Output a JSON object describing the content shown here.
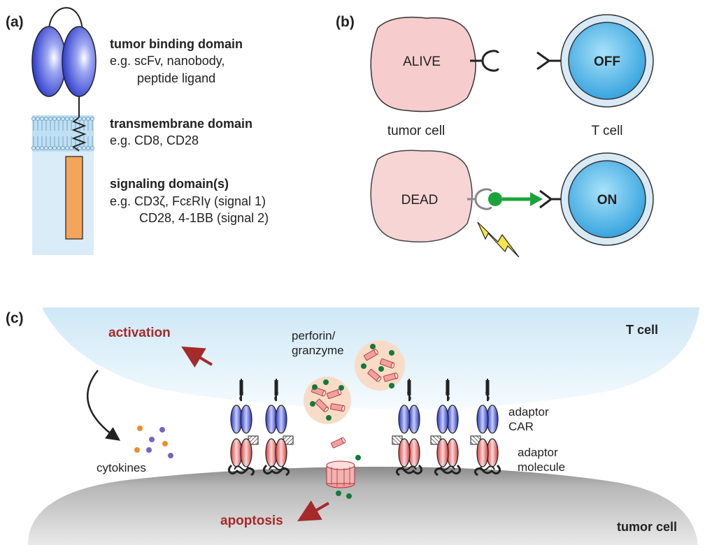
{
  "panel_a": {
    "label": "(a)",
    "tumor_binding": {
      "title": "tumor binding domain",
      "line1": "e.g. scFv, nanobody,",
      "line2": "peptide ligand"
    },
    "transmembrane": {
      "title": "transmembrane domain",
      "line1": "e.g. CD8, CD28"
    },
    "signaling": {
      "title": "signaling domain(s)",
      "line1": "e.g. CD3ζ, FcεRIγ (signal 1)",
      "line2": "CD28, 4-1BB (signal 2)"
    }
  },
  "panel_b": {
    "label": "(b)",
    "tumor_alive": "ALIVE",
    "tumor_dead": "DEAD",
    "tcell_off": "OFF",
    "tcell_on": "ON",
    "tumor_caption": "tumor cell",
    "tcell_caption": "T cell"
  },
  "panel_c": {
    "label": "(c)",
    "t_cell": "T cell",
    "tumor_cell": "tumor cell",
    "activation": "activation",
    "apoptosis": "apoptosis",
    "perforin_line1": "perforin/",
    "perforin_line2": "granzyme",
    "cytokines": "cytokines",
    "adaptor_car_line1": "adaptor",
    "adaptor_car_line2": "CAR",
    "adaptor_mol_line1": "adaptor",
    "adaptor_mol_line2": "molecule"
  },
  "colors": {
    "blue_domain": "#2f3fd6",
    "cell_blue": "#5ab8e8",
    "tumor_pink": "#f5c9c9",
    "signal_orange": "#f3a55b",
    "dark_red": "#a52a2a",
    "green": "#1aa33a",
    "lightning": "#f4e64a"
  }
}
